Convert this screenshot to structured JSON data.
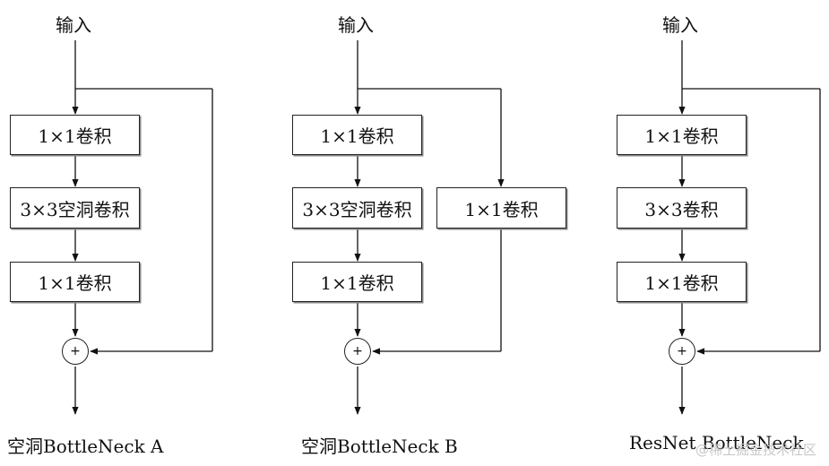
{
  "diagrams": [
    {
      "input": "输入",
      "boxes": [
        "1×1卷积",
        "3×3空洞卷积",
        "1×1卷积"
      ],
      "plus": "+",
      "caption": "空洞BottleNeck A"
    },
    {
      "input": "输入",
      "boxes": [
        "1×1卷积",
        "3×3空洞卷积",
        "1×1卷积"
      ],
      "shortcut_box": "1×1卷积",
      "plus": "+",
      "caption": "空洞BottleNeck B"
    },
    {
      "input": "输入",
      "boxes": [
        "1×1卷积",
        "3×3卷积",
        "1×1卷积"
      ],
      "plus": "+",
      "caption": "ResNet BottleNeck"
    }
  ],
  "watermark": "@稀土掘金技术社区"
}
